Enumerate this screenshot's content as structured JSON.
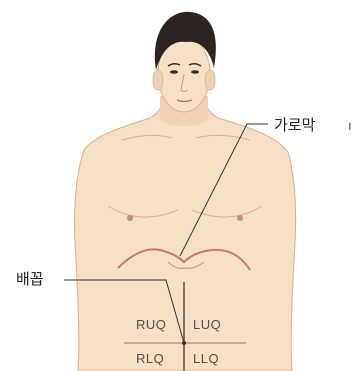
{
  "labels": {
    "diaphragm": "가로막",
    "navel": "배꼽"
  },
  "stray_mark": "ı",
  "quadrants": {
    "ruq": "RUQ",
    "luq": "LUQ",
    "rlq": "RLQ",
    "llq": "LLQ"
  },
  "colors": {
    "skin": "#f5dfc6",
    "skin_shadow": "#e9c6a6",
    "outline": "#c99a7a",
    "hair": "#2b2420",
    "diaphragm_line": "#c47a6a",
    "leader_line": "#333333"
  }
}
